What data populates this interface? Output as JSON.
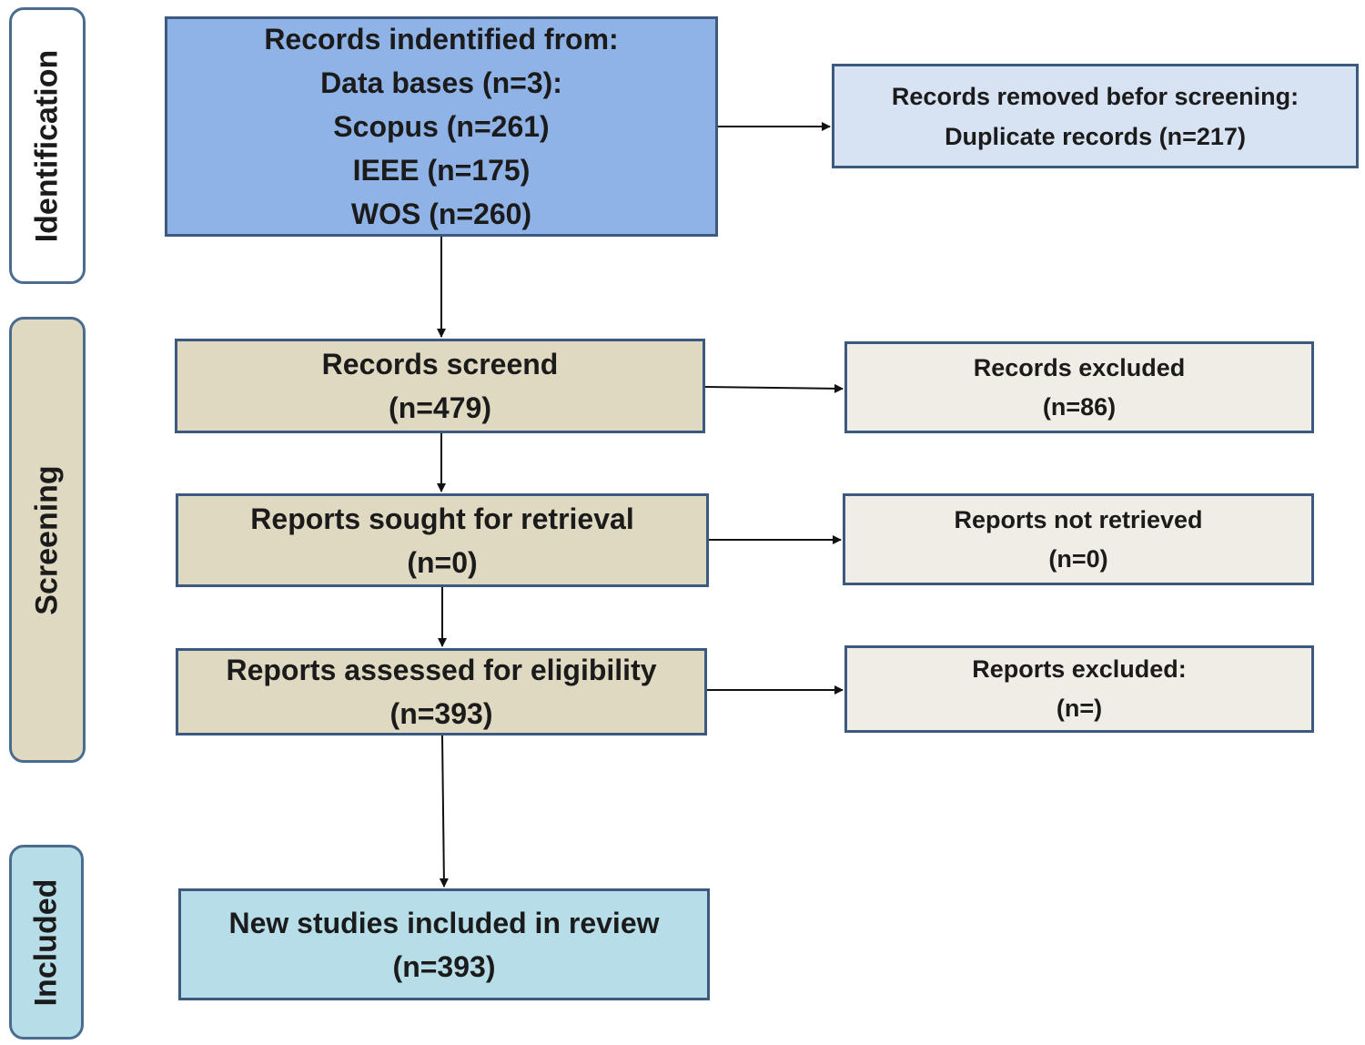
{
  "stages": {
    "identification": "Identification",
    "screening": "Screening",
    "included": "Included"
  },
  "identification": {
    "lines": [
      "Records indentified from:",
      "Data bases (n=3):",
      "Scopus (n=261)",
      "IEEE (n=175)",
      "WOS (n=260)"
    ]
  },
  "removed": {
    "lines": [
      "Records removed befor screening:",
      "Duplicate records (n=217)"
    ]
  },
  "screened": {
    "lines": [
      "Records screend",
      "(n=479)"
    ]
  },
  "excluded": {
    "lines": [
      "Records excluded",
      "(n=86)"
    ]
  },
  "sought": {
    "lines": [
      "Reports sought for retrieval",
      "(n=0)"
    ]
  },
  "not_retrieved": {
    "lines": [
      "Reports not retrieved",
      "(n=0)"
    ]
  },
  "assessed": {
    "lines": [
      "Reports assessed for eligibility",
      "(n=393)"
    ]
  },
  "reports_excluded": {
    "lines": [
      "Reports excluded:",
      "(n=)"
    ]
  },
  "included": {
    "lines": [
      "New studies included in review",
      "(n=393)"
    ]
  },
  "colors": {
    "border": "#3c5a80",
    "identification_fill": "#8fb3e6",
    "removed_fill": "#d7e3f3",
    "screening_fill": "#e0d9c1",
    "side_fill": "#efede5",
    "included_fill": "#b6dde8",
    "stage_border": "#4a6c8f"
  }
}
